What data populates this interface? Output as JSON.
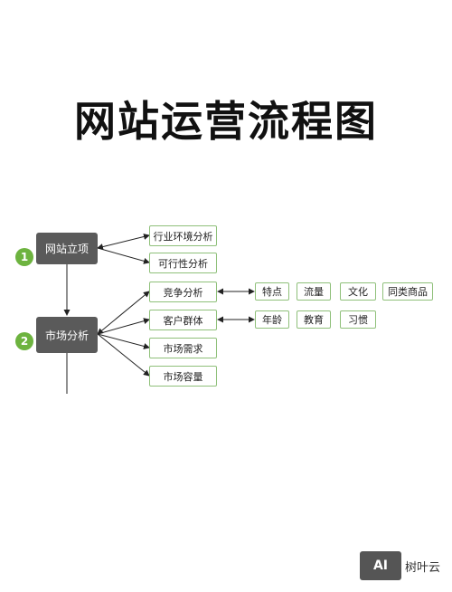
{
  "title": "网站运营流程图",
  "steps": [
    {
      "number": "1",
      "label": "网站立项",
      "children": [
        "行业环境分析",
        "可行性分析"
      ]
    },
    {
      "number": "2",
      "label": "市场分析",
      "children": [
        "竞争分析",
        "客户群体",
        "市场需求",
        "市场容量"
      ]
    }
  ],
  "competition_items": [
    "特点",
    "流量",
    "文化",
    "同类商品"
  ],
  "customer_items": [
    "年龄",
    "教育",
    "习惯"
  ],
  "colors": {
    "dark_box": "#5a5a5a",
    "step_circle": "#6db33f",
    "box_border": "#8fc07a"
  },
  "logo": {
    "mark": "AI",
    "text": "树叶云"
  }
}
